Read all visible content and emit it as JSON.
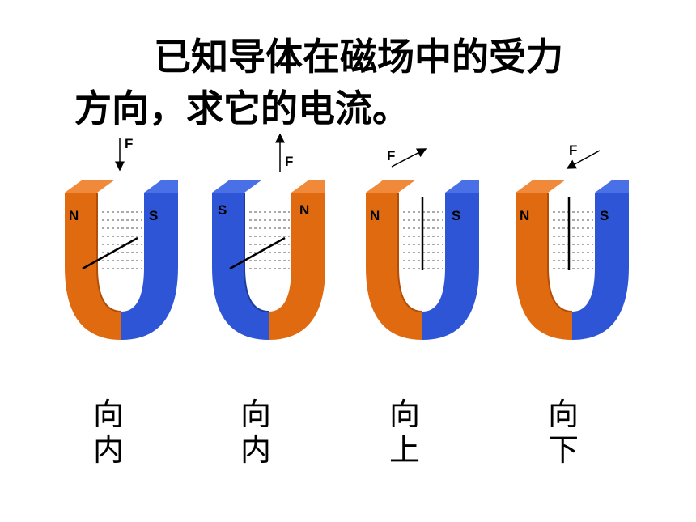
{
  "title": {
    "line1": "已知导体在磁场中的受力",
    "line2": "方向，求它的电流。"
  },
  "colors": {
    "north": "#E06A10",
    "south": "#2E55D6",
    "field_line": "#555555",
    "wire": "#000000"
  },
  "magnets": [
    {
      "force_label": "F",
      "force_direction": "down",
      "left_pole": "N",
      "right_pole": "S",
      "answer_line1": "向",
      "answer_line2": "内"
    },
    {
      "force_label": "F",
      "force_direction": "up",
      "left_pole": "S",
      "right_pole": "N",
      "answer_line1": "向",
      "answer_line2": "内"
    },
    {
      "force_label": "F",
      "force_direction": "up-right",
      "left_pole": "N",
      "right_pole": "S",
      "answer_line1": "向",
      "answer_line2": "上"
    },
    {
      "force_label": "F",
      "force_direction": "down-left",
      "left_pole": "N",
      "right_pole": "S",
      "answer_line1": "向",
      "answer_line2": "下"
    }
  ]
}
